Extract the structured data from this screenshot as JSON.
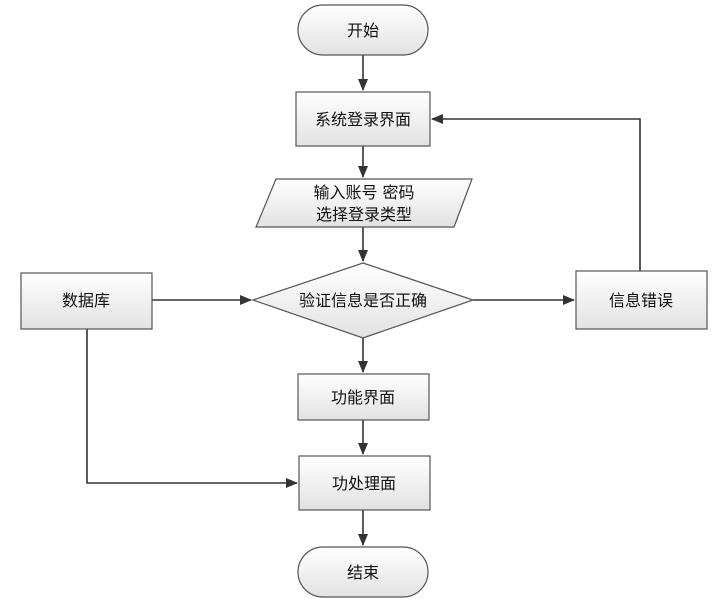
{
  "diagram": {
    "colors": {
      "node_fill_top": "#ffffff",
      "node_fill_bottom": "#e2e2e2",
      "node_stroke": "#555555",
      "edge": "#333333",
      "text": "#111111"
    },
    "nodes": {
      "start": {
        "label": "开始",
        "shape": "terminator"
      },
      "login_screen": {
        "label": "系统登录界面",
        "shape": "process"
      },
      "input": {
        "line1": "输入账号 密码",
        "line2": "选择登录类型",
        "shape": "data"
      },
      "verify": {
        "label": "验证信息是否正确",
        "shape": "decision"
      },
      "database": {
        "label": "数据库",
        "shape": "process"
      },
      "error": {
        "label": "信息错误",
        "shape": "process"
      },
      "function_screen": {
        "label": "功能界面",
        "shape": "process"
      },
      "processing": {
        "label": "功处理面",
        "shape": "process"
      },
      "end": {
        "label": "结束",
        "shape": "terminator"
      }
    },
    "edges": [
      {
        "from": "start",
        "to": "login_screen"
      },
      {
        "from": "login_screen",
        "to": "input"
      },
      {
        "from": "input",
        "to": "verify"
      },
      {
        "from": "database",
        "to": "verify"
      },
      {
        "from": "verify",
        "to": "error"
      },
      {
        "from": "error",
        "to": "login_screen"
      },
      {
        "from": "verify",
        "to": "function_screen"
      },
      {
        "from": "function_screen",
        "to": "processing"
      },
      {
        "from": "database",
        "to": "processing"
      },
      {
        "from": "processing",
        "to": "end"
      }
    ]
  }
}
